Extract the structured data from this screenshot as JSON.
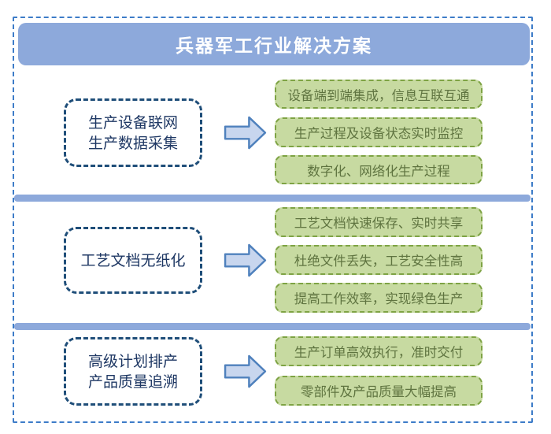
{
  "title": "兵器军工行业解决方案",
  "colors": {
    "title_bar_fill": "#8da9db",
    "title_text": "#ffffff",
    "divider_fill": "#8da9db",
    "outer_dashed_border": "#3d7cc8",
    "source_box_border": "#1f4e79",
    "source_box_text": "#1f3864",
    "benefit_fill": "#c7daa1",
    "benefit_border": "#7ea344",
    "benefit_text": "#5f7440",
    "arrow_fill": "#c8d6ee",
    "arrow_border": "#4f81bd"
  },
  "icons": {
    "arrow": "right-block-arrow"
  },
  "sections": [
    {
      "source_line1": "生产设备联网",
      "source_line2": "生产数据采集",
      "benefits": [
        "设备端到端集成，信息互联互通",
        "生产过程及设备状态实时监控",
        "数字化、网络化生产过程"
      ]
    },
    {
      "source_line1": "工艺文档无纸化",
      "benefits": [
        "工艺文档快速保存、实时共享",
        "杜绝文件丢失，工艺安全性高",
        "提高工作效率，实现绿色生产"
      ]
    },
    {
      "source_line1": "高级计划排产",
      "source_line2": "产品质量追溯",
      "benefits": [
        "生产订单高效执行，准时交付",
        "零部件及产品质量大幅提高"
      ]
    }
  ]
}
